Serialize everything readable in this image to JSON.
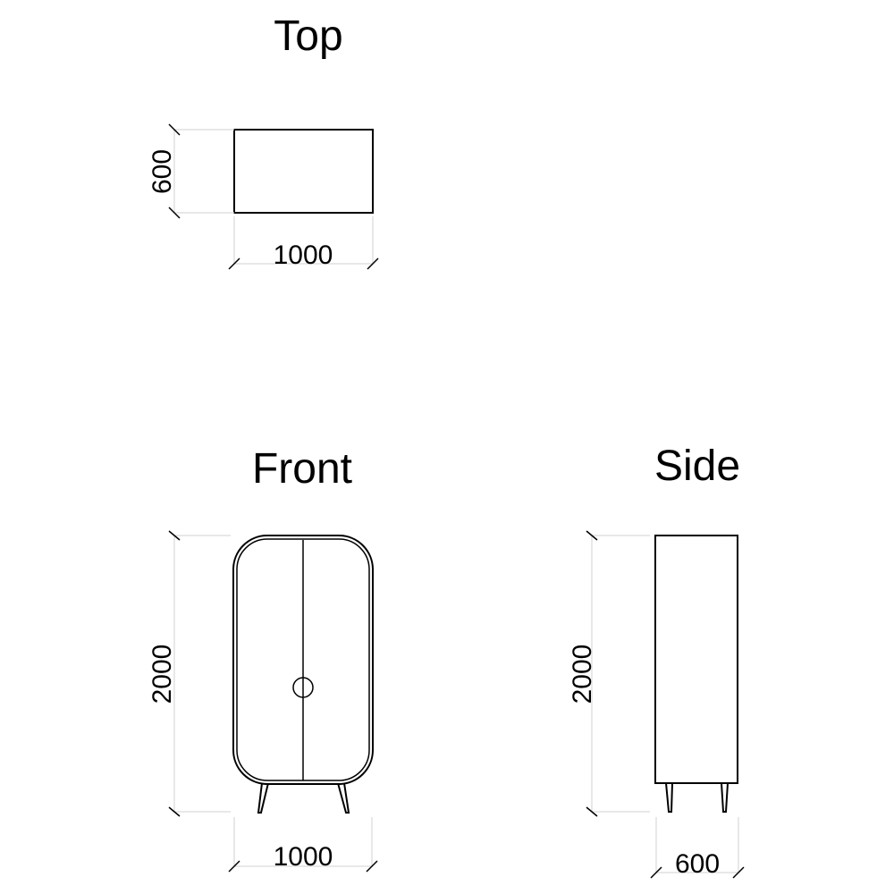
{
  "views": {
    "top": {
      "title": "Top",
      "width_label": "1000",
      "depth_label": "600"
    },
    "front": {
      "title": "Front",
      "width_label": "1000",
      "height_label": "2000"
    },
    "side": {
      "title": "Side",
      "depth_label": "600",
      "height_label": "2000"
    }
  },
  "colors": {
    "line": "#000000",
    "extension_line": "#d9d9d9",
    "background": "#ffffff"
  }
}
